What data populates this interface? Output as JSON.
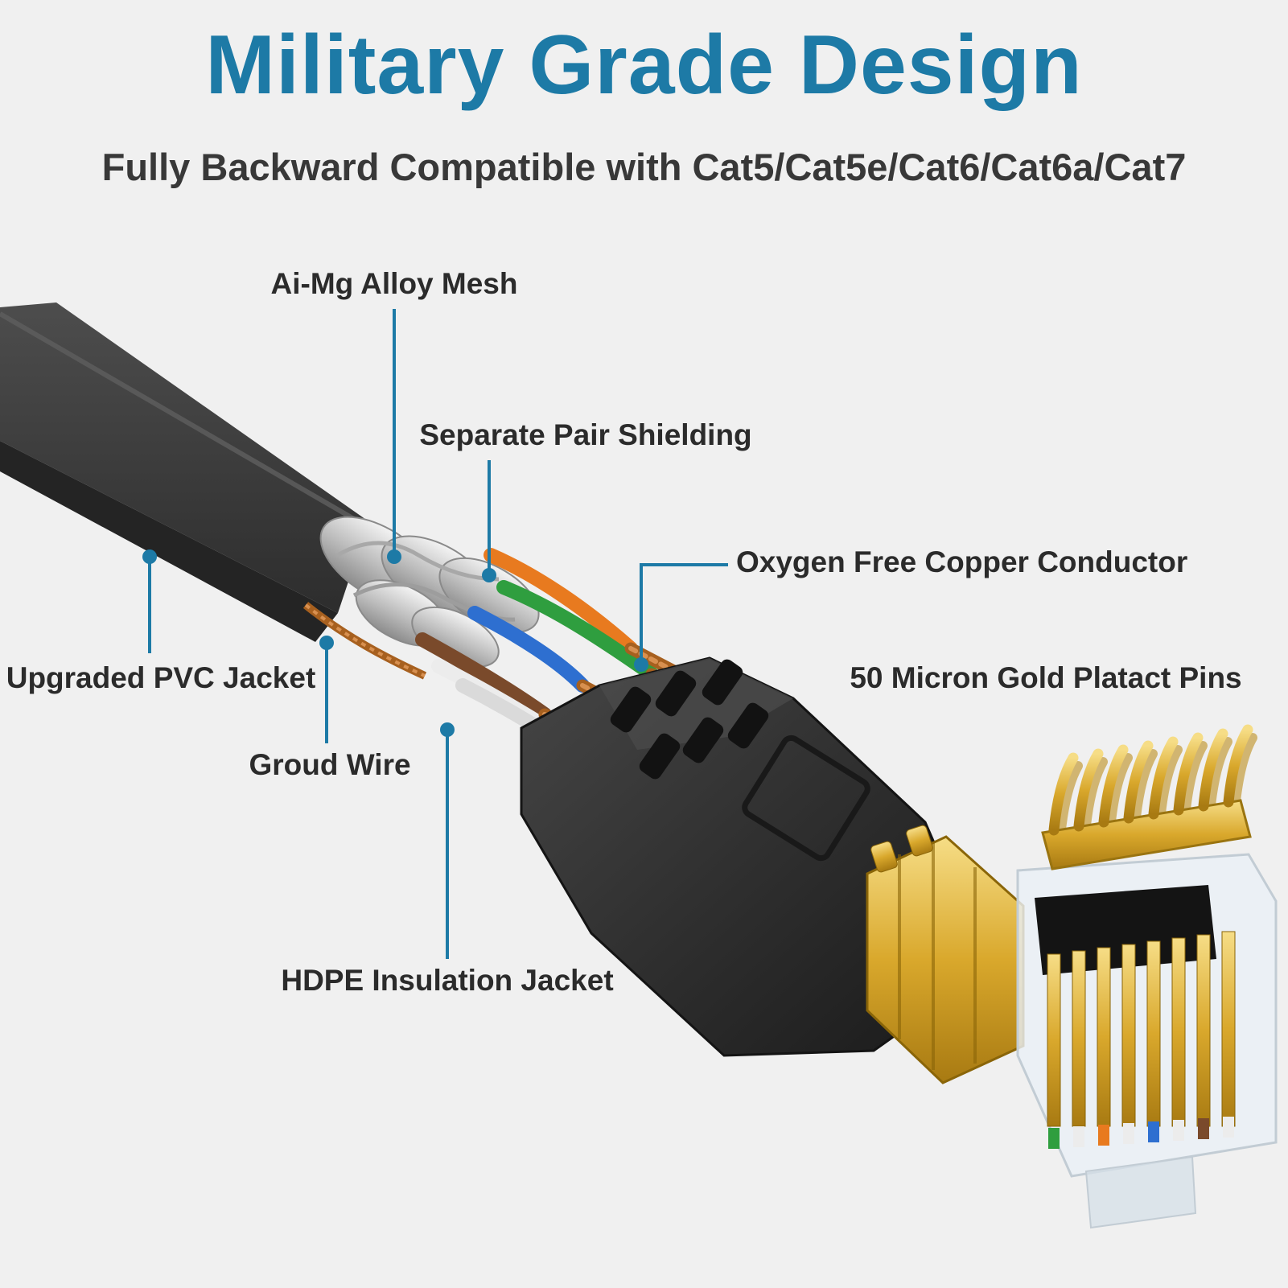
{
  "header": {
    "title": "Military Grade Design",
    "subtitle": "Fully Backward Compatible with Cat5/Cat5e/Cat6/Cat6a/Cat7"
  },
  "labels": {
    "alloy_mesh": "Ai-Mg Alloy Mesh",
    "pair_shielding": "Separate Pair Shielding",
    "copper_conductor": "Oxygen Free Copper Conductor",
    "pvc_jacket": "Upgraded PVC Jacket",
    "ground_wire": "Groud Wire",
    "gold_pins": "50 Micron Gold Platact Pins",
    "hdpe_jacket": "HDPE Insulation Jacket"
  },
  "colors": {
    "accent_teal": "#1d7aa6",
    "heading_text": "#1d7aa6",
    "body_text": "#2b2b2b",
    "background": "#f0f0f0",
    "cable_jacket": "#3c3c3c",
    "shield_silver": "#c9c9c9",
    "wire_orange": "#e87a1f",
    "wire_green": "#2f9e3f",
    "wire_blue": "#2e6fd0",
    "wire_brown": "#7a4a2b",
    "wire_white": "#ececec",
    "copper": "#a7601f",
    "gold": "#d4a017"
  }
}
